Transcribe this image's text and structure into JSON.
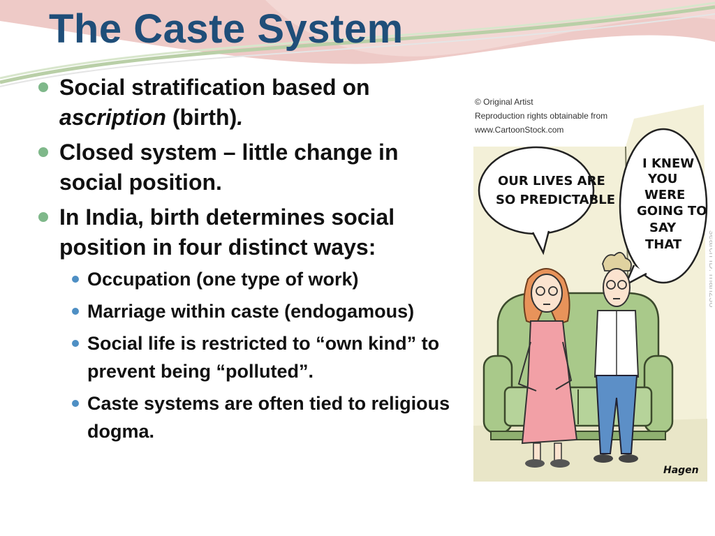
{
  "title": "The Caste System",
  "bullets": [
    {
      "pre": "Social stratification based on ",
      "em": "ascription",
      "post": " (birth)",
      "em_end": "."
    },
    {
      "text": "Closed system – little change in social position."
    },
    {
      "text": "In India, birth determines social position in four distinct ways:"
    }
  ],
  "sub_bullets": [
    "Occupation (one type of  work)",
    "Marriage within caste (endogamous)",
    "Social life is restricted to “own kind” to prevent being “polluted”.",
    "Caste systems are often tied to religious dogma."
  ],
  "cartoon": {
    "credit": [
      "© Original Artist",
      "Reproduction rights obtainable from",
      "www.CartoonStock.com"
    ],
    "bubble_left": [
      "OUR LIVES ARE",
      "SO PREDICTABLE"
    ],
    "bubble_right": [
      "I KNEW",
      "YOU",
      "WERE",
      "GOING TO",
      "SAY",
      "THAT"
    ],
    "search_id": "search ID: rhan238",
    "signature": "Hagen",
    "colors": {
      "wall": "#f3f0d8",
      "couch": "#a9c98a",
      "dress": "#f2a0a6",
      "hair": "#e8935a",
      "jeans": "#5c8fc7"
    }
  },
  "colors": {
    "title": "#1f4e79",
    "bullet_l1": "#7fb88a",
    "bullet_l2": "#4e8fc4"
  }
}
